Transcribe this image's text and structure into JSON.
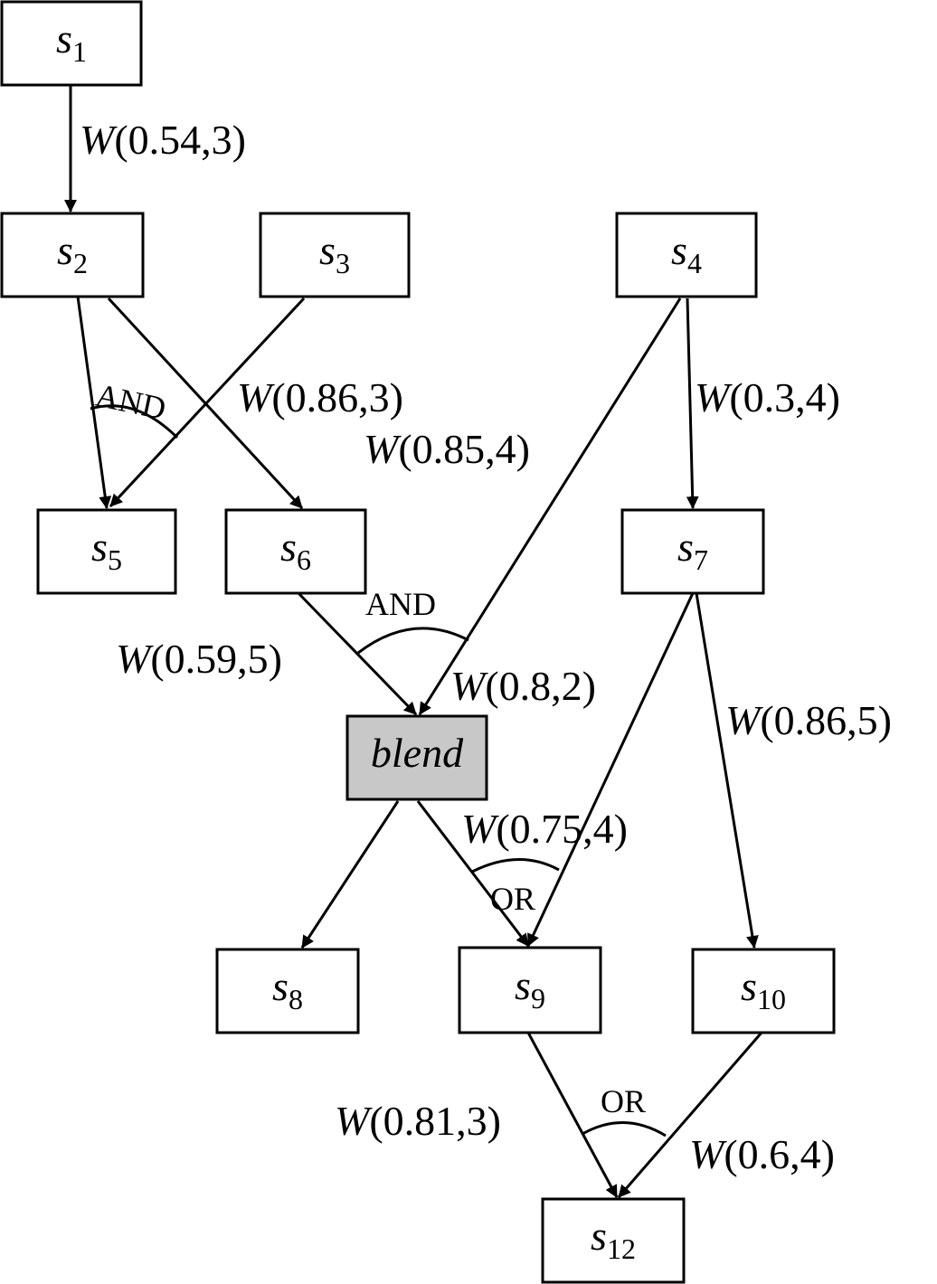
{
  "nodes": [
    {
      "id": "s1",
      "symbol": "s",
      "sub": "1"
    },
    {
      "id": "s2",
      "symbol": "s",
      "sub": "2"
    },
    {
      "id": "s3",
      "symbol": "s",
      "sub": "3"
    },
    {
      "id": "s4",
      "symbol": "s",
      "sub": "4"
    },
    {
      "id": "s5",
      "symbol": "s",
      "sub": "5"
    },
    {
      "id": "s6",
      "symbol": "s",
      "sub": "6"
    },
    {
      "id": "s7",
      "symbol": "s",
      "sub": "7"
    },
    {
      "id": "blend",
      "symbol": "blend",
      "sub": "",
      "shaded": true
    },
    {
      "id": "s8",
      "symbol": "s",
      "sub": "8"
    },
    {
      "id": "s9",
      "symbol": "s",
      "sub": "9"
    },
    {
      "id": "s10",
      "symbol": "s",
      "sub": "10"
    },
    {
      "id": "s12",
      "symbol": "s",
      "sub": "12"
    }
  ],
  "edges": [
    {
      "from": "s1",
      "to": "s2",
      "label": "(0.54,3)"
    },
    {
      "from": "s2",
      "to": "s5",
      "label": ""
    },
    {
      "from": "s3",
      "to": "s5",
      "label": ""
    },
    {
      "from": "s2",
      "to": "s6",
      "label": "(0.86,3)"
    },
    {
      "from": "s4",
      "to": "s7",
      "label": "(0.3,4)"
    },
    {
      "from": "s4",
      "to": "blend",
      "label": "(0.85,4)"
    },
    {
      "from": "s6",
      "to": "blend",
      "label": "(0.59,5)"
    },
    {
      "from": "blend",
      "to": "s8",
      "label": "(0.8,2)"
    },
    {
      "from": "blend",
      "to": "s9",
      "label": ""
    },
    {
      "from": "s7",
      "to": "s9",
      "label": "(0.75,4)"
    },
    {
      "from": "s7",
      "to": "s10",
      "label": "(0.86,5)"
    },
    {
      "from": "s9",
      "to": "s12",
      "label": "(0.81,3)"
    },
    {
      "from": "s10",
      "to": "s12",
      "label": "(0.6,4)"
    }
  ],
  "weight_symbol": "W",
  "gates": [
    {
      "id": "and-s5",
      "label": "AND"
    },
    {
      "id": "and-blend",
      "label": "AND"
    },
    {
      "id": "or-s9",
      "label": "OR"
    },
    {
      "id": "or-s12",
      "label": "OR"
    }
  ]
}
